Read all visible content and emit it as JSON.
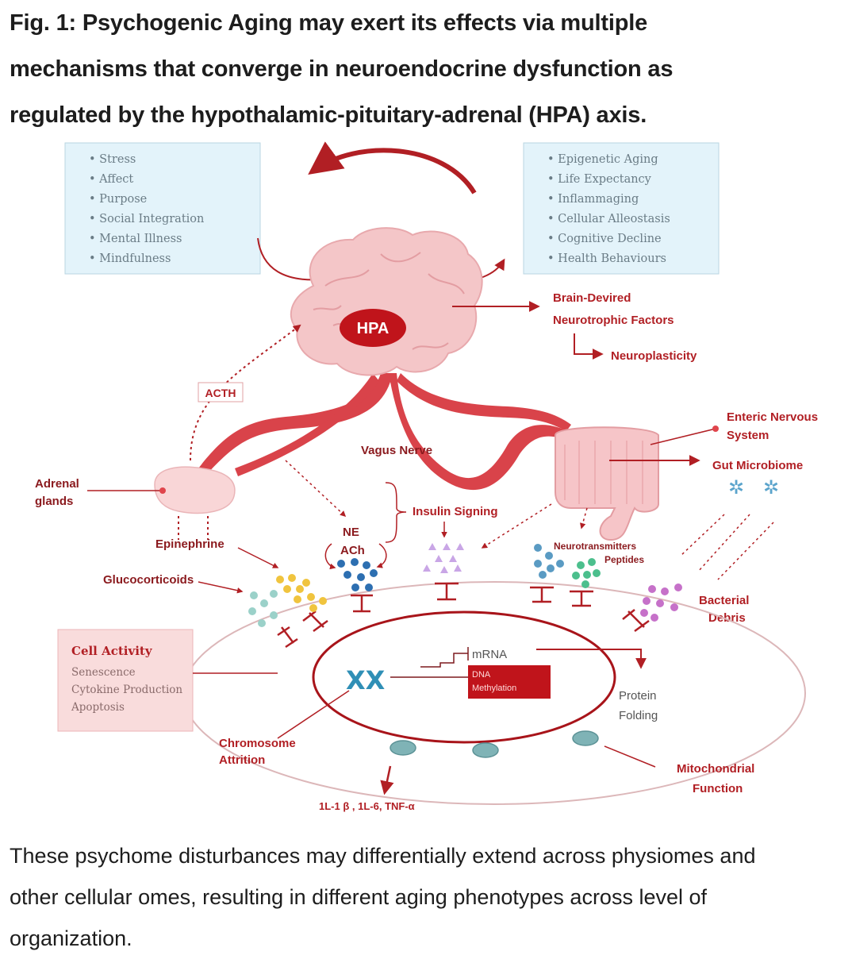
{
  "title": {
    "line1": "Fig. 1: Psychogenic Aging may exert its effects via multiple",
    "line2": "mechanisms that converge in neuroendocrine dysfunction as",
    "line3": "regulated by the hypothalamic-pituitary-adrenal (HPA) axis."
  },
  "diagram": {
    "left_box": [
      "Stress",
      "Affect",
      "Purpose",
      "Social Integration",
      "Mental Illness",
      "Mindfulness"
    ],
    "right_box": [
      "Epigenetic Aging",
      "Life Expectancy",
      "Inflammaging",
      "Cellular Alleostasis",
      "Cognitive Decline",
      "Health Behaviours"
    ],
    "hpa": "HPA",
    "bdnf_line1": "Brain-Devired",
    "bdnf_line2": "Neurotrophic Factors",
    "neuroplasticity": "Neuroplasticity",
    "acth": "ACTH",
    "enteric_line1": "Enteric Nervous",
    "enteric_line2": "System",
    "vagus": "Vagus Nerve",
    "gut_microbiome": "Gut Microbiome",
    "adrenal_line1": "Adrenal",
    "adrenal_line2": "glands",
    "insulin": "Insulin Signing",
    "ne": "NE",
    "ach": "ACh",
    "epinephrine": "Epinephrine",
    "neurotransmitters": "Neurotransmitters",
    "peptides": "Peptides",
    "glucocorticoids": "Glucocorticoids",
    "bacterial_line1": "Bacterial",
    "bacterial_line2": "Debris",
    "cell_activity": {
      "title": "Cell Activity",
      "items": [
        "Senescence",
        "Cytokine Production",
        "Apoptosis"
      ]
    },
    "mrna": "mRNA",
    "dna_line1": "DNA",
    "dna_line2": "Methylation",
    "protein_line1": "Protein",
    "protein_line2": "Folding",
    "chromosome_line1": "Chromosome",
    "chromosome_line2": "Attrition",
    "mito_line1": "Mitochondrial",
    "mito_line2": "Function",
    "cytokines": "1L-1 β , 1L-6, TNF-α"
  },
  "caption": {
    "line1": "These psychome disturbances may differentially extend across physiomes and",
    "line2": "other cellular omes, resulting in different aging phenotypes across level of",
    "line3": "organization."
  },
  "colors": {
    "accent_red": "#b11f24",
    "box_blue": "#e3f3fa",
    "brain_pink": "#f4c6c8",
    "cell_box_pink": "#f9dcdc"
  }
}
